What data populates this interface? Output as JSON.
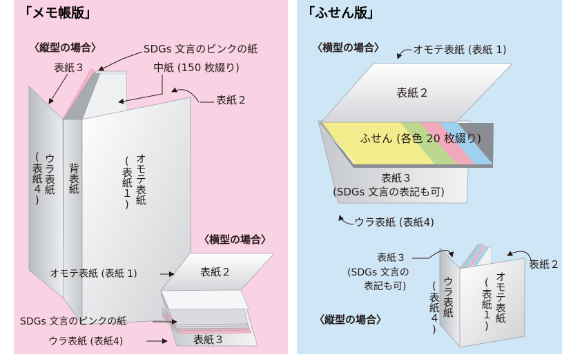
{
  "memo": {
    "title": "「メモ帳版」",
    "portrait_heading": "〈縦型の場合〉",
    "landscape_heading": "〈横型の場合〉",
    "portrait": {
      "sdgs_pink": "SDGs 文言のピンクの紙",
      "cover3": "表紙３",
      "inner": "中紙 (150 枚綴り)",
      "cover2": "表紙２",
      "back_cover_vertical": "ウラ表紙",
      "back_cover_paren": "(表紙４)",
      "spine": "背表紙",
      "front_cover_vertical": "オモテ表紙",
      "front_cover_paren": "(表紙１)"
    },
    "landscape": {
      "front_cover": "オモテ表紙 (表紙 1)",
      "cover2": "表紙２",
      "sdgs_pink": "SDGs 文言のピンクの紙",
      "back_cover": "ウラ表紙 (表紙4)",
      "cover3": "表紙３"
    }
  },
  "fusen": {
    "title": "「ふせん版」",
    "landscape_heading": "〈横型の場合〉",
    "portrait_heading": "〈縦型の場合〉",
    "landscape": {
      "front_cover": "オモテ表紙 (表紙 1)",
      "cover2": "表紙２",
      "sticky": "ふせん (各色 20 枚綴り)",
      "cover3": "表紙３",
      "cover3_note": "(SDGs 文言の表記も可)",
      "back_cover": "ウラ表紙 (表紙4)"
    },
    "portrait": {
      "cover3": "表紙３",
      "cover3_note_line1": "(SDGs 文言の",
      "cover3_note_line2": "表記も可)",
      "cover2": "表紙２",
      "back_cover_vertical": "ウラ表紙",
      "back_cover_paren": "(表紙４)",
      "front_cover_vertical": "オモテ表紙",
      "front_cover_paren": "(表紙１)"
    }
  },
  "colors": {
    "memo_bg": "#f9d2e3",
    "fusen_bg": "#cfe6f6",
    "ink": "#231815",
    "sticky_yellow": "#f2ec8c",
    "sticky_green": "#bcd88f",
    "sticky_pink": "#f2a9bc",
    "sticky_blue": "#9fd1ef",
    "pink_paper": "#f4b6c6"
  }
}
